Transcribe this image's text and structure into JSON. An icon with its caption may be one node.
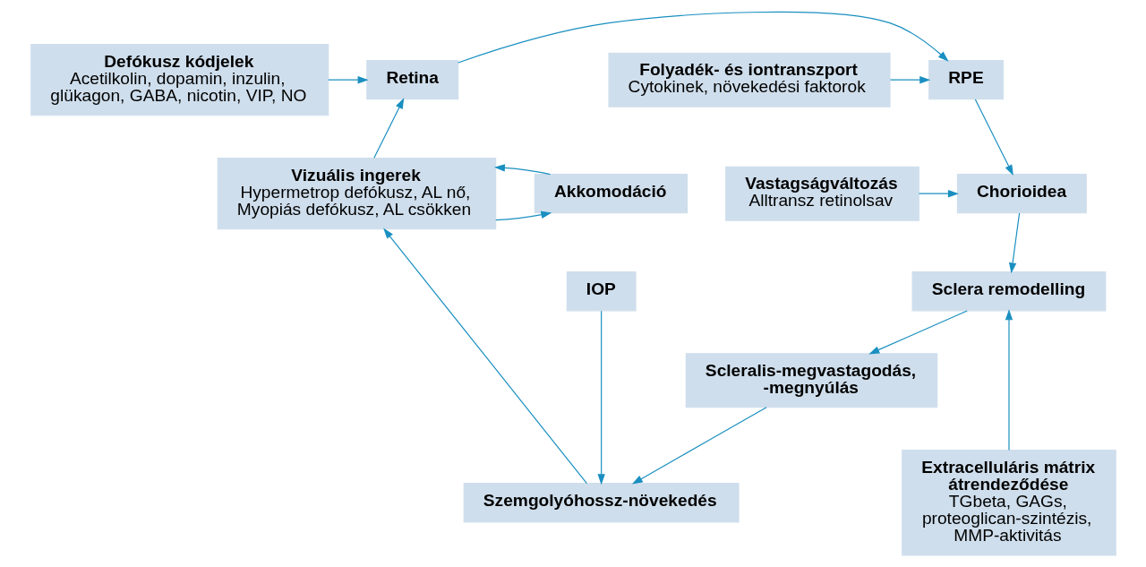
{
  "diagram": {
    "nodes": [
      {
        "text": [
          "Defókusz kódjelek",
          "Acetilkolin, dopamin, inzulin, glükagon, GABA, nicotin, VIP, NO"
        ]
      },
      {
        "text": [
          "Retina"
        ]
      },
      {
        "text": [
          "RPE"
        ]
      },
      {
        "text": [
          "Folyadék- és iontranszport",
          "Cytokinek, növekedési faktorok"
        ]
      },
      {
        "text": [
          "Vizuális ingerek",
          "Hypermetrop defókusz, AL nő, Myopiás defókusz, AL csökken"
        ]
      },
      {
        "text": [
          "Akkomodáció"
        ]
      },
      {
        "text": [
          "Chorioidea"
        ]
      },
      {
        "text": [
          "Vastagságváltozás",
          "Alltransz retinolsav"
        ]
      },
      {
        "text": [
          "IOP"
        ]
      },
      {
        "text": [
          "Sclera remodelling"
        ]
      },
      {
        "text": [
          "Szemgolyóhossz-növekedés"
        ]
      },
      {
        "text": [
          "Extracelluláris mátrix átrendeződése",
          "TGbeta, GAGs, proteoglican-szintézis, MMP-aktivitás"
        ]
      },
      {
        "text": [
          "Scleralis-megvastagodás, -megnyúlás"
        ]
      }
    ],
    "edges": [
      {
        "from": 0,
        "to": 1,
        "arrow": "to"
      },
      {
        "from": 1,
        "to": 2,
        "arrow": "to"
      },
      {
        "from": 3,
        "to": 2,
        "arrow": "to"
      },
      {
        "from": 2,
        "to": 6,
        "arrow": "to"
      },
      {
        "from": 4,
        "to": 1,
        "arrow": "to"
      },
      {
        "from": 4,
        "to": 5,
        "arrow": "to"
      },
      {
        "from": 5,
        "to": 4,
        "arrow": "to"
      },
      {
        "from": 7,
        "to": 6,
        "arrow": "to"
      },
      {
        "from": 6,
        "to": 9,
        "arrow": "to"
      },
      {
        "from": 8,
        "to": 10,
        "arrow": "to"
      },
      {
        "from": 10,
        "to": 4,
        "arrow": "to"
      },
      {
        "from": 9,
        "to": 12,
        "arrow": "to"
      },
      {
        "from": 11,
        "to": 9,
        "arrow": "to"
      },
      {
        "from": 12,
        "to": 10,
        "arrow": "to"
      }
    ]
  }
}
